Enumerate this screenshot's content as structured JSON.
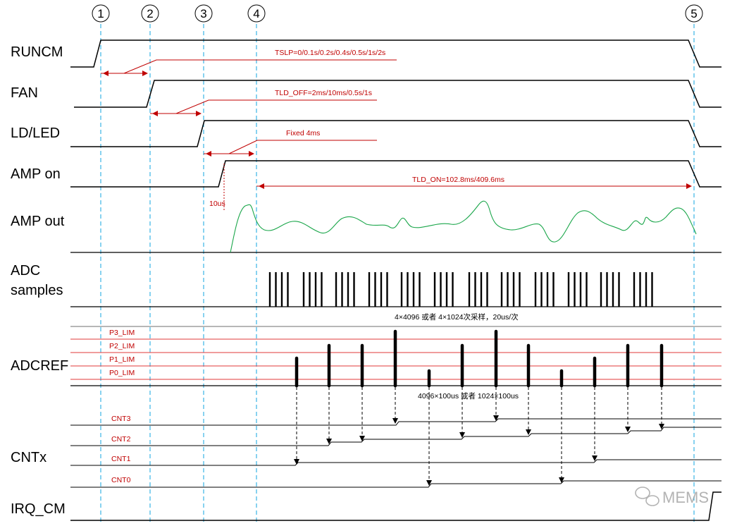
{
  "markers": [
    "1",
    "2",
    "3",
    "4",
    "5"
  ],
  "signals": {
    "runcm": "RUNCM",
    "fan": "FAN",
    "ld_led": "LD/LED",
    "amp_on": "AMP on",
    "amp_out": "AMP out",
    "adc_line1": "ADC",
    "adc_line2": "samples",
    "adcref": "ADCREF",
    "cntx": "CNTx",
    "irq_cm": "IRQ_CM"
  },
  "annotations": {
    "tslp": "TSLP=0/0.1s/0.2s/0.4s/0.5s/1s/2s",
    "tld_off": "TLD_OFF=2ms/10ms/0.5s/1s",
    "fixed": "Fixed 4ms",
    "tld_on": "TLD_ON=102.8ms/409.6ms",
    "delay_10us": "10us",
    "adc_note": "4×4096 或者 4×1024次采样，20us/次",
    "cnt_note": "4096×100us 或者 1024×100us"
  },
  "limits": [
    "P3_LIM",
    "P2_LIM",
    "P1_LIM",
    "P0_LIM"
  ],
  "counters": [
    "CNT3",
    "CNT2",
    "CNT1",
    "CNT0"
  ],
  "watermark": "MEMS",
  "colors": {
    "signal": "#000000",
    "marker_line": "#3ab4e6",
    "annotation": "#c00000",
    "amp_out_wave": "#1aa64a",
    "limit_line": "#e23a3a",
    "grid_gray": "#8c8c8c"
  }
}
